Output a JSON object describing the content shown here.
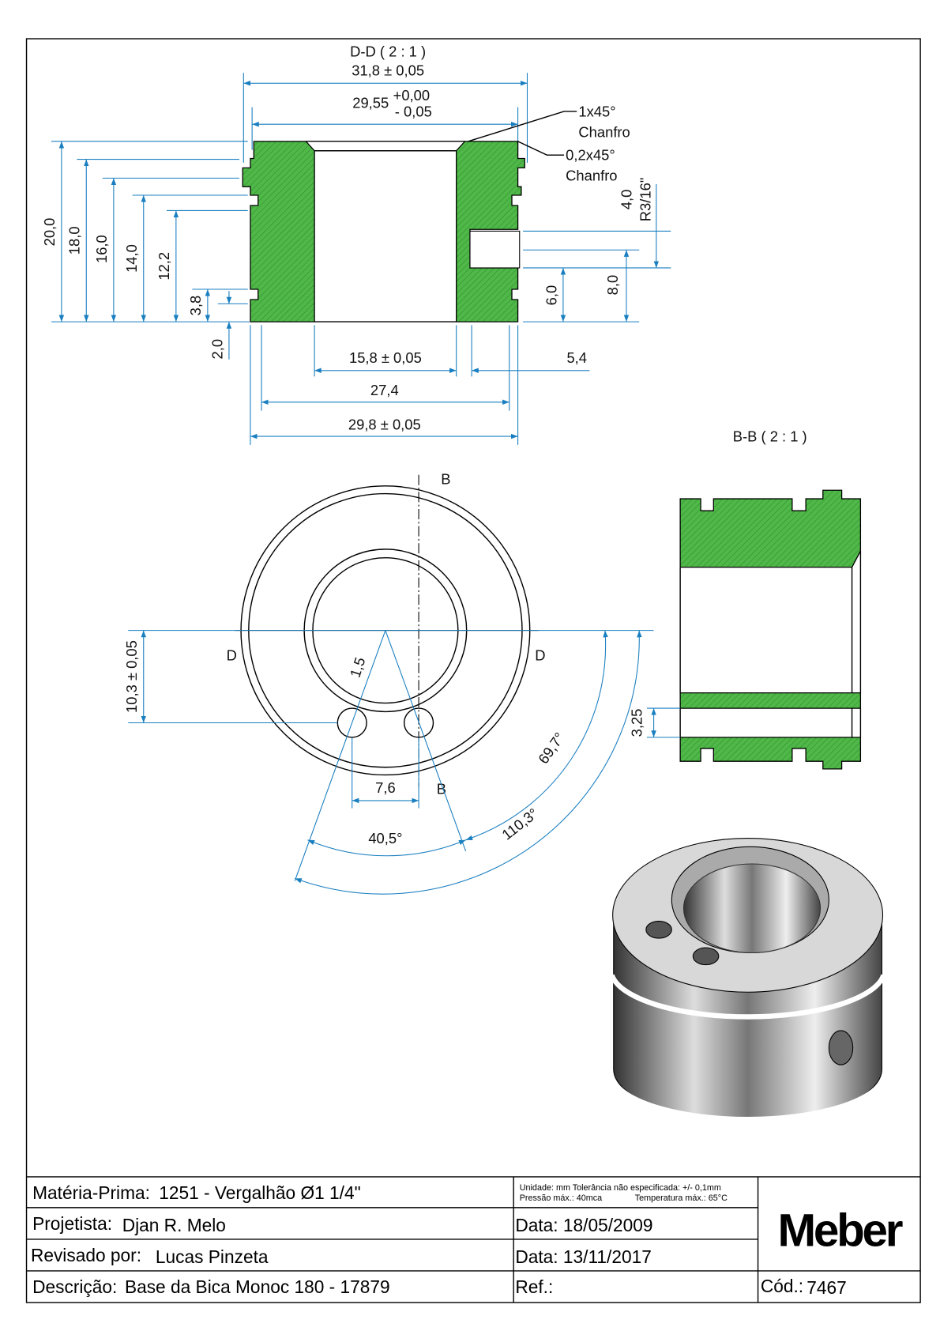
{
  "section_dd": {
    "title": "D-D ( 2 : 1 )",
    "dim_outer_top": "31,8 ± 0,05",
    "dim_inner_top_main": "29,55",
    "dim_inner_top_plus": "+0,00",
    "dim_inner_top_minus": "- 0,05",
    "chamfer1_value": "1x45°",
    "chamfer1_label": "Chanfro",
    "chamfer2_value": "0,2x45°",
    "chamfer2_label": "Chanfro",
    "heights": [
      "20,0",
      "18,0",
      "16,0",
      "14,0",
      "12,2",
      "3,8",
      "2,0"
    ],
    "thread_height": "4,0",
    "thread_spec": "R3/16\"",
    "right_heights": [
      "6,0",
      "8,0"
    ],
    "dim_bore": "15,8 ± 0,05",
    "dim_side": "5,4",
    "dim_groove": "27,4",
    "dim_bottom": "29,8 ± 0,05"
  },
  "section_bb": {
    "title": "B-B ( 2 : 1 )",
    "dim_hole": "3,25"
  },
  "top_view": {
    "cut_b": "B",
    "cut_d": "D",
    "dim_offset": "10,3 ± 0,05",
    "dim_radius": "1,5",
    "dim_spacing": "7,6",
    "angle_1": "40,5°",
    "angle_2": "69,7°",
    "angle_3": "110,3°"
  },
  "title_block": {
    "material_label": "Matéria-Prima:",
    "material_value": "1251 - Vergalhão Ø1 1/4\"",
    "designer_label": "Projetista:",
    "designer_value": "Djan R. Melo",
    "reviewer_label": "Revisado por:",
    "reviewer_value": "Lucas Pinzeta",
    "description_label": "Descrição:",
    "description_value": "Base da Bica Monoc 180 - 17879",
    "note_line1": "Unidade: mm Tolerância não especificada: +/- 0,1mm",
    "note_line2_a": "Pressão máx.: 40mca",
    "note_line2_b": "Temperatura máx.: 65°C",
    "date1": "Data: 18/05/2009",
    "date2": "Data: 13/11/2017",
    "ref": "Ref.:",
    "code_label": "Cód.:",
    "code_value": "7467",
    "logo": "Meber"
  },
  "colors": {
    "section_fill": "#4caf50",
    "dimension": "#1a7fc0"
  }
}
